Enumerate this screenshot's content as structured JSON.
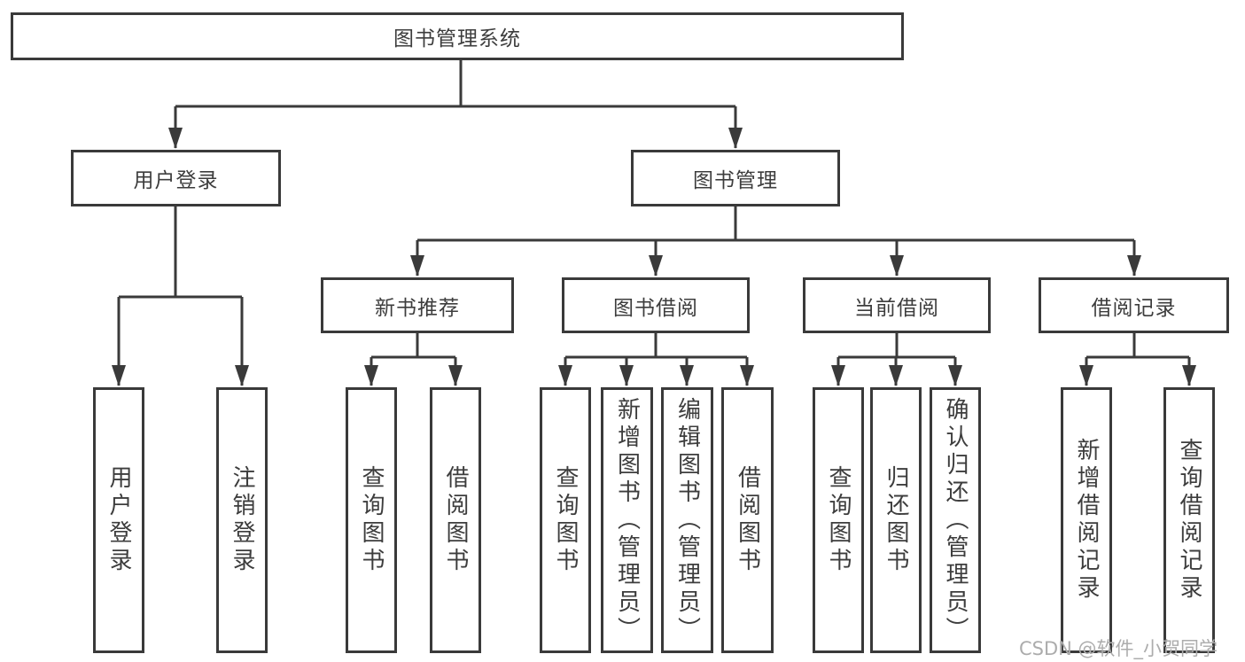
{
  "diagram": {
    "tree": {
      "label": "图书管理系统",
      "children": [
        {
          "label": "用户登录",
          "children": [
            {
              "label": "用户登录"
            },
            {
              "label": "注销登录"
            }
          ]
        },
        {
          "label": "图书管理",
          "children": [
            {
              "label": "新书推荐",
              "children": [
                {
                  "label": "查询图书"
                },
                {
                  "label": "借阅图书"
                }
              ]
            },
            {
              "label": "图书借阅",
              "children": [
                {
                  "label": "查询图书"
                },
                {
                  "label": "新增图书（管理员）"
                },
                {
                  "label": "编辑图书（管理员）"
                },
                {
                  "label": "借阅图书"
                }
              ]
            },
            {
              "label": "当前借阅",
              "children": [
                {
                  "label": "查询图书"
                },
                {
                  "label": "归还图书"
                },
                {
                  "label": "确认归还（管理员）"
                }
              ]
            },
            {
              "label": "借阅记录",
              "children": [
                {
                  "label": "新增借阅记录"
                },
                {
                  "label": "查询借阅记录"
                }
              ]
            }
          ]
        }
      ]
    }
  },
  "watermark": "CSDN @软件_小贺同学",
  "colors": {
    "line": "#3a3a3a",
    "border": "#3a3a3a",
    "text": "#3d3d3d",
    "watermark": "#acacac",
    "background": "#ffffff"
  }
}
